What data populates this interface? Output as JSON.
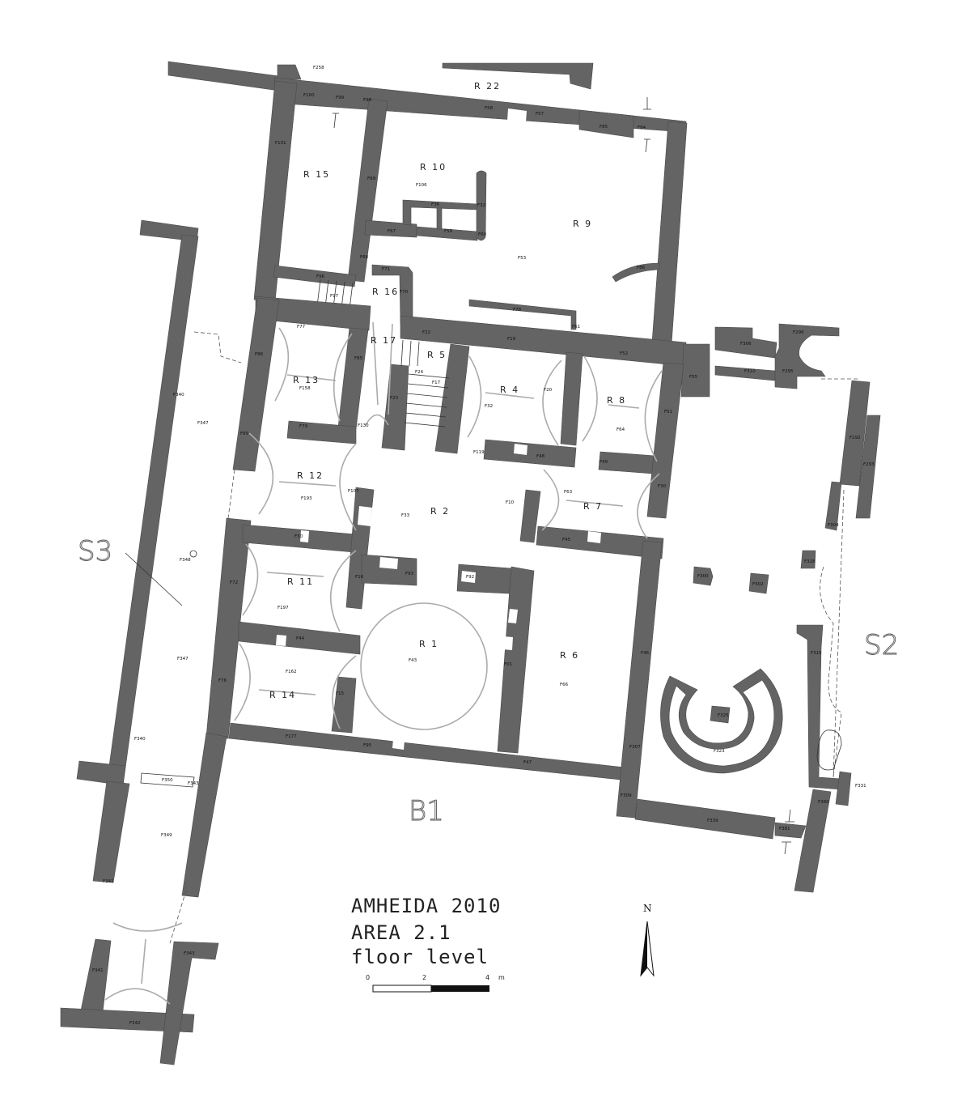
{
  "title": {
    "line1": "AMHEIDA 2010",
    "line2": "AREA 2.1",
    "line3": "floor level"
  },
  "scale": {
    "tick0": "0",
    "tick1": "2",
    "tick2": "4",
    "unit": "m"
  },
  "north": "N",
  "areas": {
    "b1": "B1",
    "s2": "S2",
    "s3": "S3"
  },
  "rooms": {
    "r22": "R 22",
    "r15": "R 15",
    "r10": "R 10",
    "r9": "R 9",
    "r16": "R 16",
    "r17": "R 17",
    "r5": "R 5",
    "r13": "R 13",
    "r4": "R 4",
    "r8": "R 8",
    "r12": "R 12",
    "r2": "R 2",
    "r7": "R 7",
    "r11": "R 11",
    "r1": "R 1",
    "r6": "R 6",
    "r14": "R 14"
  },
  "features": {
    "f258": "F258",
    "f100": "F100",
    "f99": "F99",
    "f98": "F98",
    "f58": "F58",
    "f57": "F57",
    "f85a": "F85",
    "f84": "F84",
    "f101": "F101",
    "f69": "F69",
    "f106": "F106",
    "f36": "F36",
    "f32a": "F32",
    "f67": "F67",
    "f59": "F59",
    "f60": "F60",
    "f53": "F53",
    "f68": "F68",
    "f71": "F71",
    "f96": "F96",
    "f97": "F97",
    "f70": "F70",
    "f86a": "F86",
    "f78": "F78",
    "f61": "F61",
    "f77": "F77",
    "f22": "F22",
    "f19": "F19",
    "f52": "F52",
    "f86b": "F86",
    "f85b": "F85",
    "f24": "F24",
    "f17": "F17",
    "f23": "F23",
    "f32b": "F32",
    "f20": "F20",
    "f64": "F64",
    "f51": "F51",
    "f158": "F158",
    "f79": "F79",
    "f130": "F130",
    "f89": "F89",
    "f119": "F119",
    "f48": "F48",
    "f49": "F49",
    "f63": "F63",
    "f30a": "F30",
    "f193": "F193",
    "f107": "F107",
    "f10": "F10",
    "f33": "F33",
    "f45": "F45",
    "f30b": "F30",
    "f72": "F72",
    "f16": "F16",
    "f93": "F93",
    "f92": "F92",
    "f197": "F197",
    "f44": "F44",
    "f01": "F01",
    "f43": "F43",
    "f162": "F162",
    "f15": "F15",
    "f76": "F76",
    "f66": "F66",
    "f46": "F46",
    "f177": "F177",
    "f95": "F95",
    "f47": "F47",
    "f307": "F307",
    "f309": "F309",
    "f339": "F339",
    "f381": "F381",
    "f380": "F380",
    "f331": "F331",
    "f325": "F325",
    "f323": "F323",
    "f315": "F315",
    "f328": "F328",
    "f300": "F300",
    "f302": "F302",
    "f304": "F304",
    "f296": "F296",
    "f306": "F306",
    "f310": "F310",
    "f295": "F295",
    "f55": "F55",
    "f292": "F292",
    "f293": "F293",
    "f340a": "F340",
    "f347a": "F347",
    "f348": "F348",
    "f347b": "F347",
    "f340b": "F340",
    "f350": "F350",
    "f343a": "F343",
    "f349": "F349",
    "f341a": "F341",
    "f343b": "F343",
    "f341b": "F341",
    "f342": "F342"
  }
}
